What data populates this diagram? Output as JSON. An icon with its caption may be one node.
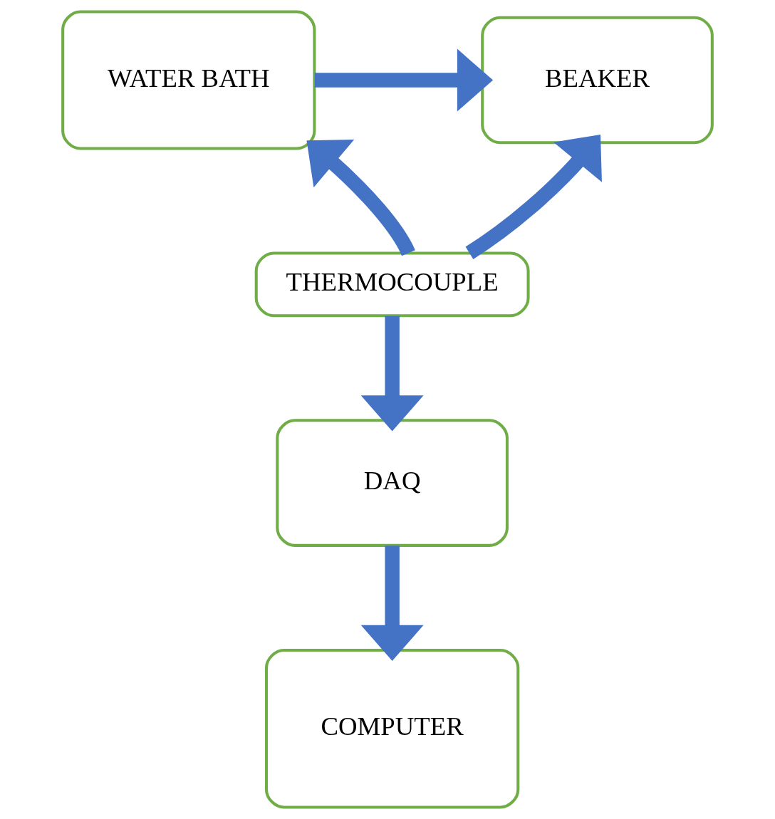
{
  "diagram": {
    "nodes": [
      {
        "text": [
          "WATER BATH"
        ]
      },
      {
        "text": [
          "BEAKER"
        ]
      },
      {
        "text": [
          "THERMOCOUPLE"
        ]
      },
      {
        "text": [
          "DAQ"
        ]
      },
      {
        "text": [
          "COMPUTER"
        ]
      }
    ],
    "edges": [
      {
        "from": 0,
        "to": 1,
        "arrow": "to"
      },
      {
        "from": 2,
        "to": 0,
        "arrow": "to"
      },
      {
        "from": 2,
        "to": 1,
        "arrow": "to"
      },
      {
        "from": 2,
        "to": 3,
        "arrow": "to"
      },
      {
        "from": 3,
        "to": 4,
        "arrow": "to"
      }
    ]
  }
}
